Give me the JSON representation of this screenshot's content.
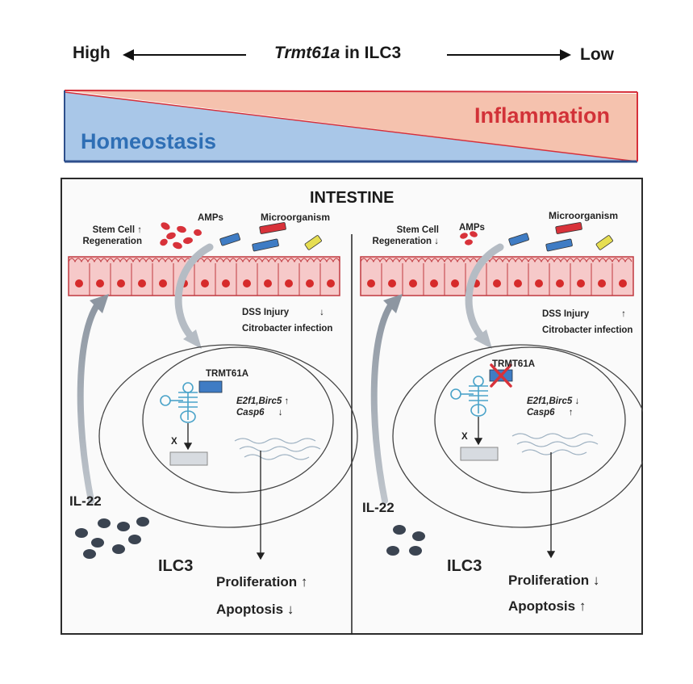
{
  "header": {
    "left_label": "High",
    "gene_name": "Trmt61a",
    "gene_suffix": " in ILC3",
    "right_label": "Low"
  },
  "banner": {
    "homeostasis_label": "Homeostasis",
    "inflammation_label": "Inflammation",
    "colors": {
      "homeostasis": "#a9c7e8",
      "inflammation": "#f5c2ae",
      "edge": "#d6303a"
    }
  },
  "panel": {
    "title": "INTESTINE"
  },
  "left": {
    "stem_cell_line1": "Stem Cell",
    "stem_cell_line2": "Regeneration",
    "stem_cell_arrow": "↑",
    "amps": "AMPs",
    "microorganism": "Microorganism",
    "injury_line1": "DSS Injury",
    "injury_line2": "Citrobacter infection",
    "injury_arrow": "↓",
    "trmt61a": "TRMT61A",
    "genes_line1": "E2f1,Birc5",
    "genes_line2": "Casp6",
    "genes_arrow1": "↑",
    "genes_arrow2": "↓",
    "x_mark": "X",
    "il22": "IL-22",
    "ilc3": "ILC3",
    "proliferation": "Proliferation",
    "proliferation_arrow": "↑",
    "apoptosis": "Apoptosis",
    "apoptosis_arrow": "↓"
  },
  "right": {
    "stem_cell_line1": "Stem Cell",
    "stem_cell_line2": "Regeneration",
    "stem_cell_arrow": "↓",
    "amps": "AMPs",
    "microorganism": "Microorganism",
    "injury_line1": "DSS Injury",
    "injury_line2": "Citrobacter infection",
    "injury_arrow": "↑",
    "trmt61a": "TRMT61A",
    "genes_line1": "E2f1,Birc5",
    "genes_line2": "Casp6",
    "genes_arrow1": "↓",
    "genes_arrow2": "↑",
    "x_mark": "X",
    "il22": "IL-22",
    "ilc3": "ILC3",
    "proliferation": "Proliferation",
    "proliferation_arrow": "↓",
    "apoptosis": "Apoptosis",
    "apoptosis_arrow": "↑"
  },
  "palette": {
    "epithelium_fill": "#f6c9c9",
    "epithelium_stroke": "#c0393f",
    "nucleus": "#d62b2b",
    "amp_red": "#d8323a",
    "bacteria_blue": "#3f7cc4",
    "bacteria_yellow": "#e6de52",
    "il22_dots": "#3b4451",
    "methyltransferase_blue": "#3f7cc4"
  }
}
